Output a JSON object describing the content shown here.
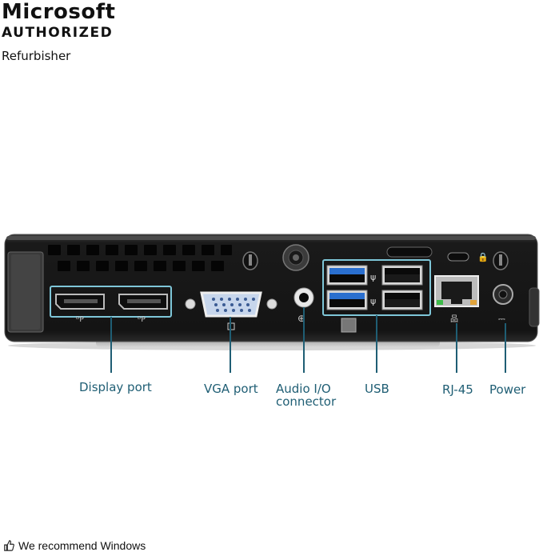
{
  "badge": {
    "line1": "Microsoft",
    "line2": "AUTHORIZED",
    "line3": "Refurbisher"
  },
  "callouts": {
    "display_port": "Display port",
    "vga_port": "VGA port",
    "audio_line1": "Audio I/O",
    "audio_line2": "connector",
    "usb": "USB",
    "rj45": "RJ-45",
    "power": "Power"
  },
  "footer": {
    "text": "We recommend Windows",
    "icon": "thumbs-up-icon"
  },
  "colors": {
    "callout": "#1f5e74",
    "highlight_box": "#7ec6d8",
    "chassis": "#1d1d1d"
  }
}
